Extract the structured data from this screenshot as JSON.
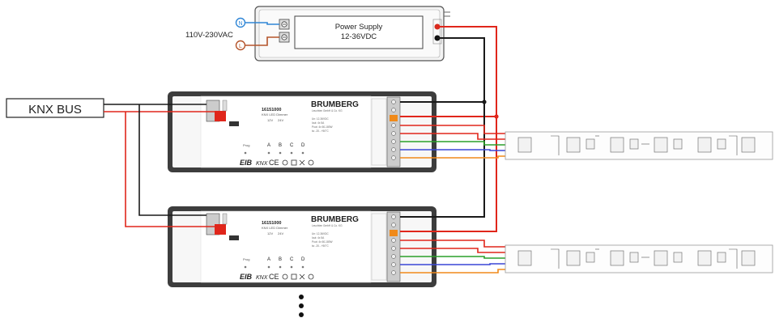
{
  "knx_bus": {
    "label": "KNX BUS"
  },
  "mains": {
    "label": "110V-230VAC",
    "neutral_mark": "N",
    "line_mark": "L"
  },
  "power_supply": {
    "title": "Power Supply",
    "voltage": "12-36VDC"
  },
  "dimmers": [
    {
      "part_number": "16151000",
      "product": "KNX LED Dimmer",
      "brand": "BRUMBERG",
      "brand_sub": "Leuchten GmbH & Co. KG",
      "spec_lines": [
        "Un: 12-36VDC",
        "Iout: 4x 5A",
        "Pout: 4x 60-180W",
        "ta: -20...+50°C"
      ],
      "channels": [
        "A",
        "B",
        "C",
        "D"
      ],
      "prog": "Prog",
      "voltage_marks": [
        "12V",
        "24V"
      ],
      "logos": [
        "EIB",
        "KNX",
        "CE"
      ]
    },
    {
      "part_number": "16151000",
      "product": "KNX LED Dimmer",
      "brand": "BRUMBERG",
      "brand_sub": "Leuchten GmbH & Co. KG",
      "spec_lines": [
        "Un: 12-36VDC",
        "Iout: 4x 5A",
        "Pout: 4x 60-180W",
        "ta: -20...+50°C"
      ],
      "channels": [
        "A",
        "B",
        "C",
        "D"
      ],
      "prog": "Prog",
      "voltage_marks": [
        "12V",
        "24V"
      ],
      "logos": [
        "EIB",
        "KNX",
        "CE"
      ]
    }
  ],
  "wire_colors": {
    "black": "#1a1a1a",
    "red": "#e0261b",
    "green": "#2aa02a",
    "blue": "#3a47d6",
    "orange": "#f08a1a",
    "gray": "#777777",
    "mains_blue": "#2f86d6",
    "mains_brown": "#b5542b"
  },
  "continuation": "more modules"
}
